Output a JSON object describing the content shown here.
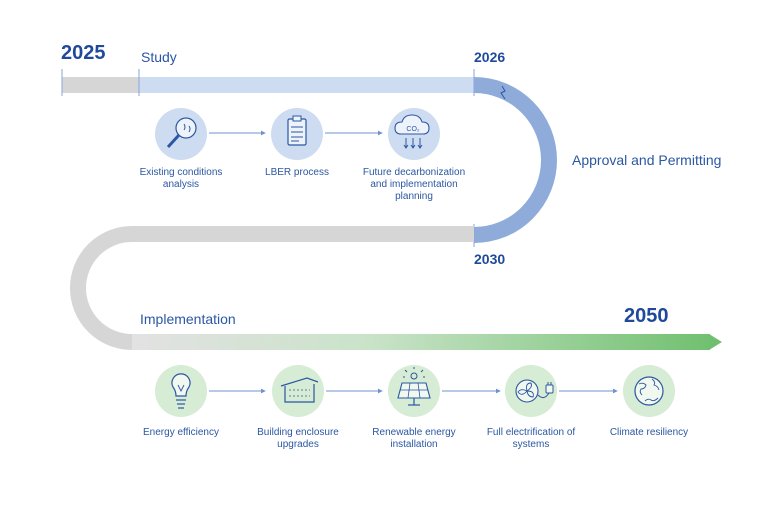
{
  "timeline": {
    "years": {
      "y2025": "2025",
      "y2026": "2026",
      "y2030": "2030",
      "y2050": "2050"
    },
    "phases": {
      "study": "Study",
      "approval": "Approval and Permitting",
      "implementation": "Implementation"
    }
  },
  "study_steps": [
    {
      "label": "Existing conditions analysis",
      "icon": "magnifier-icon"
    },
    {
      "label": "LBER process",
      "icon": "clipboard-icon"
    },
    {
      "label": "Future decarbonization and implementation planning",
      "icon": "co2-cloud-icon",
      "icon_text": "CO₂"
    }
  ],
  "implementation_steps": [
    {
      "label": "Energy efficiency",
      "icon": "lightbulb-icon"
    },
    {
      "label": "Building enclosure upgrades",
      "icon": "building-enclosure-icon"
    },
    {
      "label": "Renewable energy installation",
      "icon": "solar-panel-icon"
    },
    {
      "label": "Full electrification of systems",
      "icon": "fan-plug-icon"
    },
    {
      "label": "Climate resiliency",
      "icon": "globe-icon"
    }
  ],
  "colors": {
    "dark_blue": "#1f4a9b",
    "text_blue": "#2b57a3",
    "light_blue": "#cddcf0",
    "mid_blue": "#8fabda",
    "grey": "#d6d6d6",
    "green": "#7cc47a",
    "light_green": "#d6ecd5"
  }
}
